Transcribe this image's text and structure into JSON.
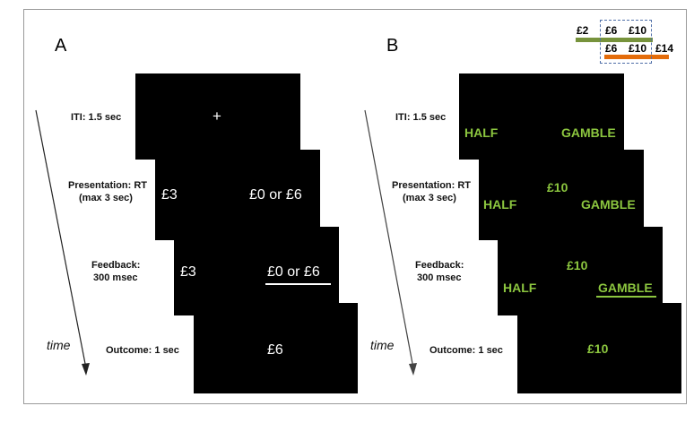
{
  "panel_a": {
    "letter": "A",
    "labels": {
      "iti": "ITI: 1.5 sec",
      "presentation_1": "Presentation: RT",
      "presentation_2": "(max 3 sec)",
      "feedback_1": "Feedback:",
      "feedback_2": "300 msec",
      "outcome": "Outcome:  1 sec"
    },
    "time_label": "time",
    "screens": {
      "iti_symbol": "+",
      "presentation_left": "£3",
      "presentation_right": "£0 or £6",
      "feedback_left": "£3",
      "feedback_right": "£0 or £6",
      "outcome_value": "£6"
    }
  },
  "panel_b": {
    "letter": "B",
    "labels": {
      "iti": "ITI: 1.5 sec",
      "presentation_1": "Presentation: RT",
      "presentation_2": "(max 3 sec)",
      "feedback_1": "Feedback:",
      "feedback_2": "300 msec",
      "outcome": "Outcome:  1 sec"
    },
    "time_label": "time",
    "screens": {
      "iti_left": "HALF",
      "iti_right": "GAMBLE",
      "presentation_center": "£10",
      "presentation_left": "HALF",
      "presentation_right": "GAMBLE",
      "feedback_center": "£10",
      "feedback_left": "HALF",
      "feedback_right": "GAMBLE",
      "outcome_value": "£10"
    },
    "legend": {
      "row1": [
        "£2",
        "£6",
        "£10"
      ],
      "row2": [
        "£6",
        "£10",
        "£14"
      ],
      "colors": {
        "row1": "#77933c",
        "row2": "#e46c0a",
        "box": "#4f6fa8"
      }
    }
  },
  "colors": {
    "screen": "#000000",
    "white_text": "#ffffff",
    "green_text": "#8cc63f"
  }
}
